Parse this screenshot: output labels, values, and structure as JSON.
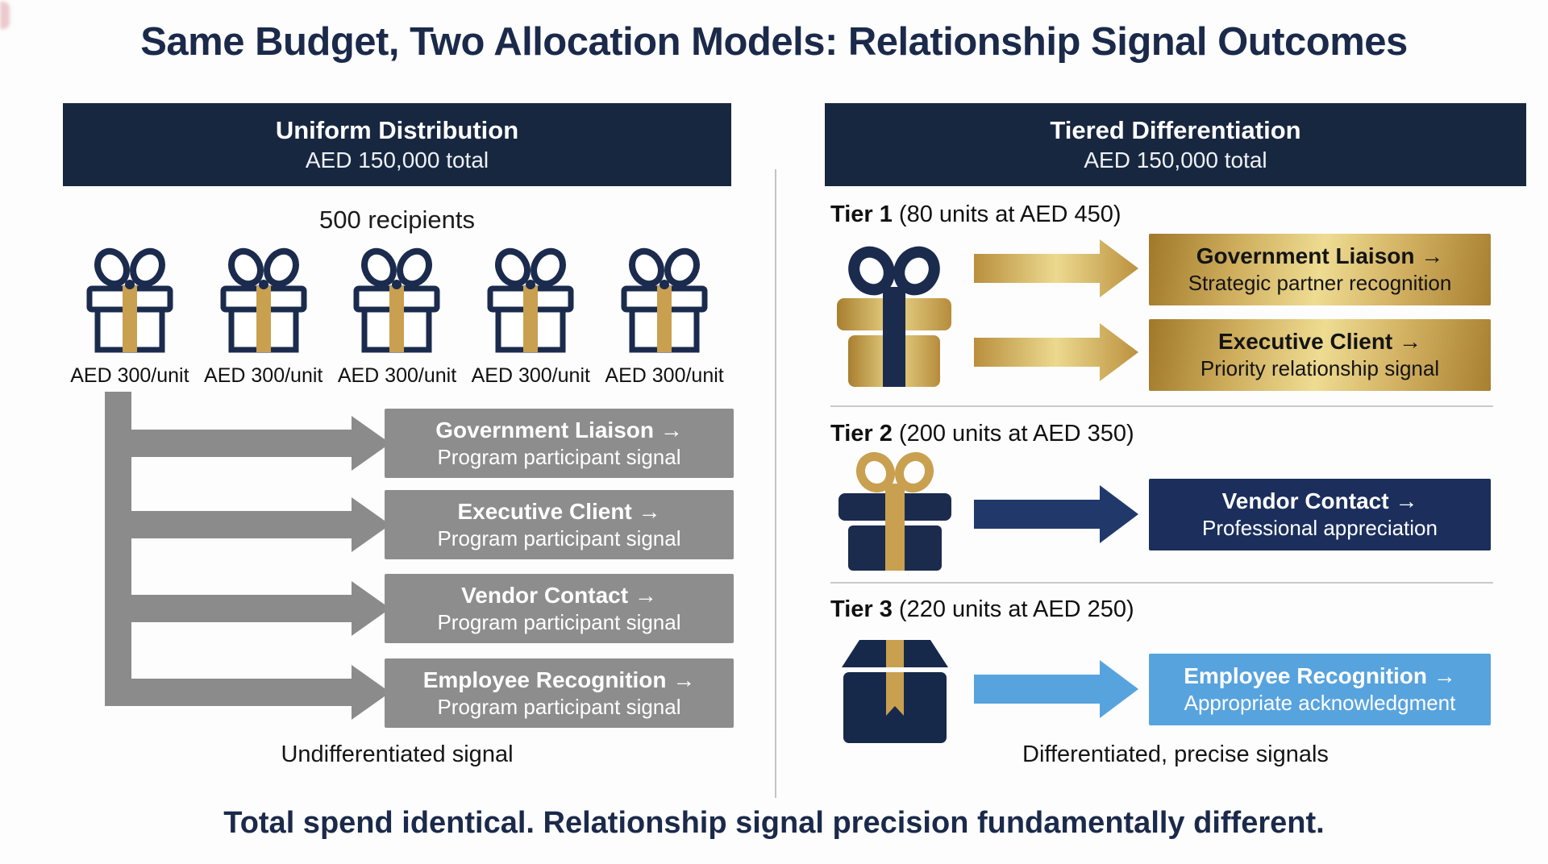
{
  "title": "Same Budget, Two Allocation Models: Relationship Signal Outcomes",
  "left_panel": {
    "header_title": "Uniform Distribution",
    "header_subtitle": "AED 150,000 total",
    "recipients_label": "500 recipients",
    "unit_labels": [
      "AED 300/unit",
      "AED 300/unit",
      "AED 300/unit",
      "AED 300/unit",
      "AED 300/unit"
    ],
    "outcomes": [
      {
        "recipient": "Government Liaison →",
        "signal": "Program participant signal"
      },
      {
        "recipient": "Executive Client →",
        "signal": "Program participant signal"
      },
      {
        "recipient": "Vendor Contact →",
        "signal": "Program participant signal"
      },
      {
        "recipient": "Employee Recognition →",
        "signal": "Program participant signal"
      }
    ],
    "caption": "Undifferentiated signal"
  },
  "right_panel": {
    "header_title": "Tiered Differentiation",
    "header_subtitle": "AED 150,000 total",
    "tiers": [
      {
        "name": "Tier 1",
        "detail": "(80 units at AED 450)",
        "outcomes": [
          {
            "recipient": "Government Liaison →",
            "signal": "Strategic partner recognition"
          },
          {
            "recipient": "Executive Client →",
            "signal": "Priority relationship signal"
          }
        ]
      },
      {
        "name": "Tier 2",
        "detail": "(200 units at AED 350)",
        "outcomes": [
          {
            "recipient": "Vendor Contact →",
            "signal": "Professional appreciation"
          }
        ]
      },
      {
        "name": "Tier 3",
        "detail": "(220 units at AED 250)",
        "outcomes": [
          {
            "recipient": "Employee Recognition →",
            "signal": "Appropriate acknowledgment"
          }
        ]
      }
    ],
    "caption": "Differentiated, precise signals"
  },
  "footer": "Total spend identical. Relationship signal precision fundamentally different.",
  "colors": {
    "navy_dark": "#182740",
    "navy_text": "#1b2a4a",
    "navy_box": "#1b2e5c",
    "gray": "#8b8b8b",
    "gold": "#c9a050",
    "gold_dark": "#a0782a",
    "gold_light": "#eedc92",
    "light_blue": "#57a3de",
    "background": "#fdfdfe"
  }
}
